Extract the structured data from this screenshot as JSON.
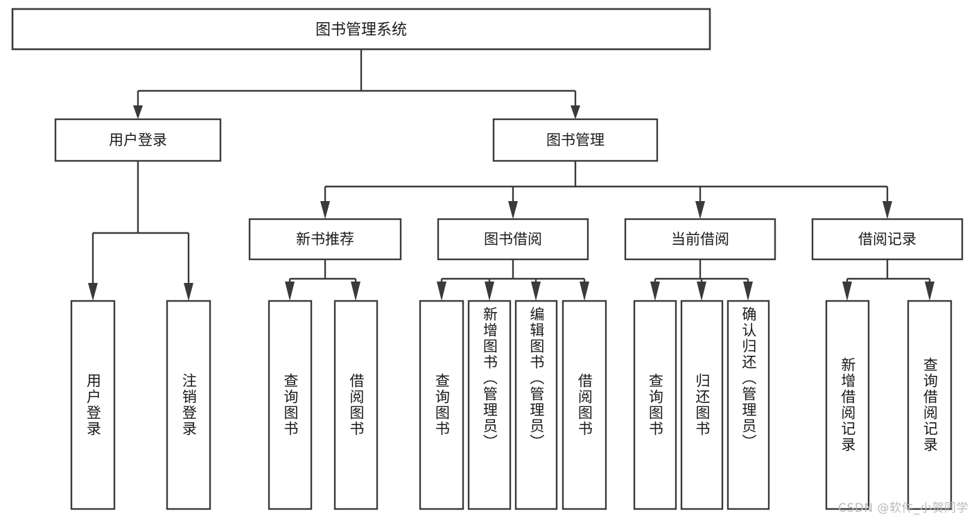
{
  "diagram": {
    "type": "tree-hierarchy",
    "orientation": "top-down",
    "title": "图书管理系统",
    "stroke_color": "#3a3a3a",
    "fill_color": "#ffffff",
    "text_color": "#1a1a1a",
    "background": "#ffffff",
    "root": {
      "id": "root",
      "label": "图书管理系统"
    },
    "level1": [
      {
        "id": "user-login",
        "label": "用户登录"
      },
      {
        "id": "book-manage",
        "label": "图书管理"
      }
    ],
    "level2": [
      {
        "id": "new-book-recommend",
        "label": "新书推荐",
        "parent": "book-manage"
      },
      {
        "id": "book-borrow",
        "label": "图书借阅",
        "parent": "book-manage"
      },
      {
        "id": "current-borrow",
        "label": "当前借阅",
        "parent": "book-manage"
      },
      {
        "id": "borrow-record",
        "label": "借阅记录",
        "parent": "book-manage"
      }
    ],
    "leaves": {
      "user-login": [
        {
          "id": "leaf-user-login",
          "label": "用户登录"
        },
        {
          "id": "leaf-logout",
          "label": "注销登录"
        }
      ],
      "new-book-recommend": [
        {
          "id": "leaf-query-book-1",
          "label": "查询图书"
        },
        {
          "id": "leaf-borrow-book-1",
          "label": "借阅图书"
        }
      ],
      "book-borrow": [
        {
          "id": "leaf-query-book-2",
          "label": "查询图书"
        },
        {
          "id": "leaf-add-book",
          "label": "新增图书（管理员）"
        },
        {
          "id": "leaf-edit-book",
          "label": "编辑图书（管理员）"
        },
        {
          "id": "leaf-borrow-book-2",
          "label": "借阅图书"
        }
      ],
      "current-borrow": [
        {
          "id": "leaf-query-book-3",
          "label": "查询图书"
        },
        {
          "id": "leaf-return-book",
          "label": "归还图书"
        },
        {
          "id": "leaf-confirm-return",
          "label": "确认归还（管理员）"
        }
      ],
      "borrow-record": [
        {
          "id": "leaf-add-record",
          "label": "新增借阅记录"
        },
        {
          "id": "leaf-query-record",
          "label": "查询借阅记录"
        }
      ]
    }
  },
  "watermark": {
    "text": "CSDN @软件_小贺同学"
  }
}
